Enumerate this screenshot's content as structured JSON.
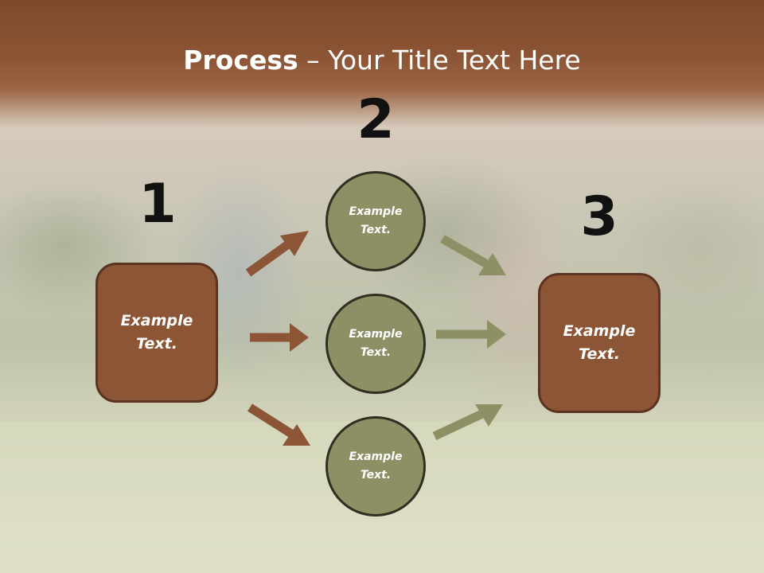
{
  "slide": {
    "title_bold": "Process",
    "title_rest": " – Your Title Text Here"
  },
  "numbers": [
    "1",
    "2",
    "3"
  ],
  "left_box": {
    "text_line1": "Example",
    "text_line2": "Text."
  },
  "right_box": {
    "text_line1": "Example",
    "text_line2": "Text."
  },
  "circles": [
    {
      "line1": "Example",
      "line2": "Text."
    },
    {
      "line1": "Example",
      "line2": "Text."
    },
    {
      "line1": "Example",
      "line2": "Text."
    }
  ],
  "colors": {
    "brown": "#8c5535",
    "olive": "#8d8f65",
    "arrow_brown": "#8c5535",
    "arrow_olive": "#8d8f65"
  }
}
